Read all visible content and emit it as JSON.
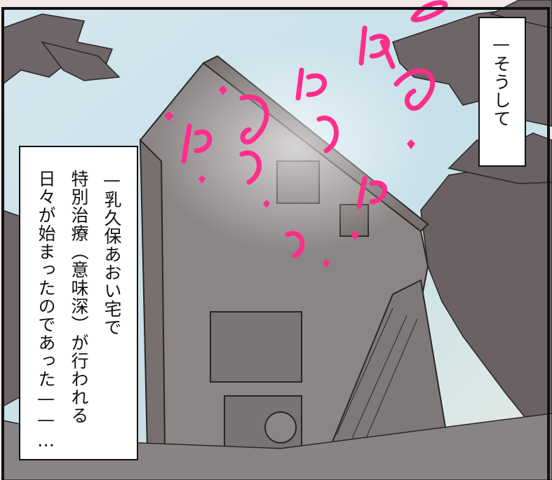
{
  "captions": {
    "top_right": "—そうして",
    "left_lines": [
      "—乳久保あおい宅で",
      "特別治療（意味深）が行われる",
      "日々が始まったのであった——…"
    ]
  },
  "colors": {
    "sky": "#c9e0ea",
    "sky_light": "#e8ede6",
    "foliage": "#6e6666",
    "house": "#8c8585",
    "house_shadow": "#77706f",
    "outline": "#2a2626",
    "sfx_pink": "#ff2d8c",
    "frame": "#111111",
    "outer_bg": "#f3e6e6"
  }
}
